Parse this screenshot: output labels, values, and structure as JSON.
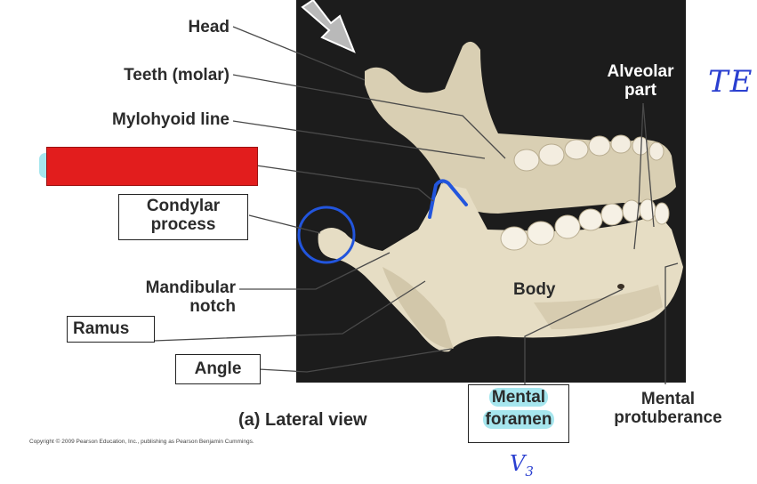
{
  "labels": {
    "head": "Head",
    "teeth_molar": "Teeth (molar)",
    "mylohyoid_line": "Mylohyoid line",
    "condylar_process_1": "Condylar",
    "condylar_process_2": "process",
    "mandibular_notch_1": "Mandibular",
    "mandibular_notch_2": "notch",
    "ramus": "Ramus",
    "angle": "Angle",
    "alveolar_part_1": "Alveolar",
    "alveolar_part_2": "part",
    "body": "Body",
    "mental_foramen_1": "Mental",
    "mental_foramen_2": "foramen",
    "mental_protuberance_1": "Mental",
    "mental_protuberance_2": "protuberance"
  },
  "caption": "(a) Lateral view",
  "copyright": "Copyright © 2009 Pearson Education, Inc., publishing as Pearson Benjamin Cummings.",
  "annotations": {
    "te_note": "TE",
    "v3_note": "V",
    "v3_sub": "3"
  },
  "colors": {
    "photo_background": "#1c1c1c",
    "bone": "#e6ddc4",
    "redaction": "#e21d1d",
    "highlight": "#a6e6ee",
    "ink": "#2255dd"
  }
}
